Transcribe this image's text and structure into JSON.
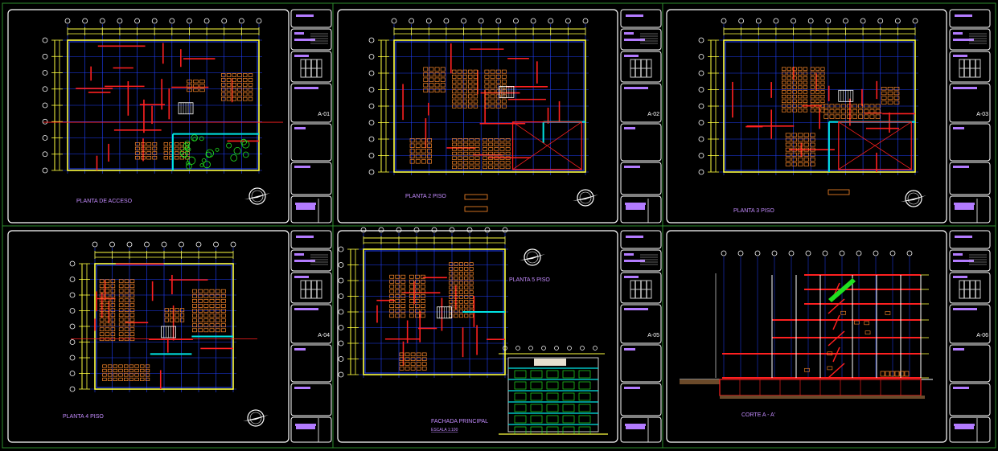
{
  "colors": {
    "background": "#000000",
    "frame": "#ffffff",
    "outer_frame": "#2e8b2e",
    "label": "#c48cff",
    "title_block_tag": "#b37bff",
    "wall": "#ff2020",
    "grid": "#2040ff",
    "dim": "#ffff40",
    "furniture": "#ff8a2a",
    "glass": "#00e5e5",
    "green": "#20e020"
  },
  "sheets": [
    {
      "label": "PLANTA DE ACCESO",
      "sheet_no": "A-01"
    },
    {
      "label": "PLANTA 2   PISO",
      "sheet_no": "A-02"
    },
    {
      "label": "PLANTA 3   PISO",
      "sheet_no": "A-03"
    },
    {
      "label": "PLANTA 4   PISO",
      "sheet_no": "A-04"
    },
    {
      "label": "PLANTA 5   PISO",
      "sub_label": "FACHADA PRINCIPAL",
      "sub_scale": "ESCALA 1:100",
      "sheet_no": "A-05"
    },
    {
      "label": "CORTE A - A'",
      "sheet_no": "A-06"
    }
  ]
}
